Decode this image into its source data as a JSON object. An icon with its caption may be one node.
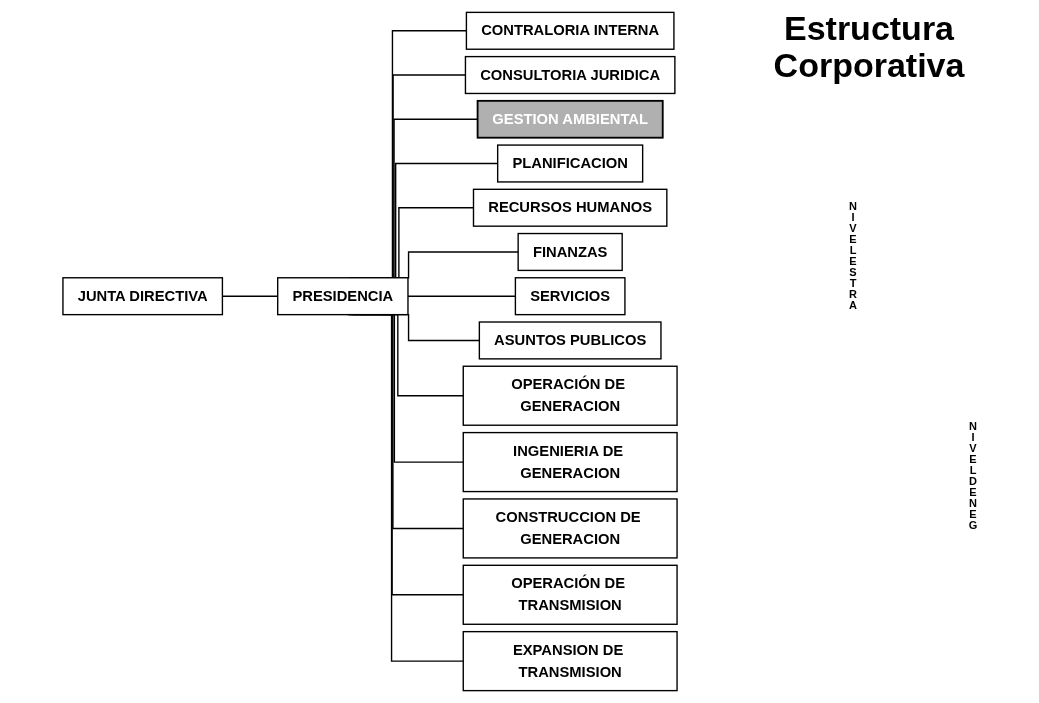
{
  "diagram": {
    "title": "Estructura Corporativa",
    "nodes": [
      {
        "text": [
          "JUNTA DIRECTIVA"
        ]
      },
      {
        "text": [
          "PRESIDENCIA"
        ]
      },
      {
        "text": [
          "CONTRALORIA INTERNA"
        ]
      },
      {
        "text": [
          "CONSULTORIA JURIDICA"
        ]
      },
      {
        "text": [
          "GESTION AMBIENTAL"
        ]
      },
      {
        "text": [
          "PLANIFICACION"
        ]
      },
      {
        "text": [
          "RECURSOS HUMANOS"
        ]
      },
      {
        "text": [
          "FINANZAS"
        ]
      },
      {
        "text": [
          "SERVICIOS"
        ]
      },
      {
        "text": [
          "ASUNTOS PUBLICOS"
        ]
      },
      {
        "text": [
          "OPERACIÓN DE GENERACION"
        ]
      },
      {
        "text": [
          "INGENIERIA DE GENERACION"
        ]
      },
      {
        "text": [
          "CONSTRUCCION DE GENERACION"
        ]
      },
      {
        "text": [
          "OPERACIÓN DE TRANSMISION"
        ]
      },
      {
        "text": [
          "EXPANSION DE TRANSMISION"
        ]
      }
    ],
    "edges": [
      {
        "from": 0,
        "to": 1,
        "arrow": "none"
      },
      {
        "from": 1,
        "to": 2,
        "arrow": "none"
      },
      {
        "from": 1,
        "to": 3,
        "arrow": "none"
      },
      {
        "from": 1,
        "to": 4,
        "arrow": "none"
      },
      {
        "from": 1,
        "to": 5,
        "arrow": "none"
      },
      {
        "from": 1,
        "to": 6,
        "arrow": "none"
      },
      {
        "from": 1,
        "to": 7,
        "arrow": "none"
      },
      {
        "from": 1,
        "to": 8,
        "arrow": "none"
      },
      {
        "from": 1,
        "to": 9,
        "arrow": "none"
      },
      {
        "from": 1,
        "to": 10,
        "arrow": "none"
      },
      {
        "from": 1,
        "to": 11,
        "arrow": "none"
      },
      {
        "from": 1,
        "to": 12,
        "arrow": "none"
      },
      {
        "from": 1,
        "to": 13,
        "arrow": "none"
      },
      {
        "from": 1,
        "to": 14,
        "arrow": "none"
      }
    ],
    "labels": [
      "NIVELESTRA",
      "NIVELDENEG"
    ]
  }
}
